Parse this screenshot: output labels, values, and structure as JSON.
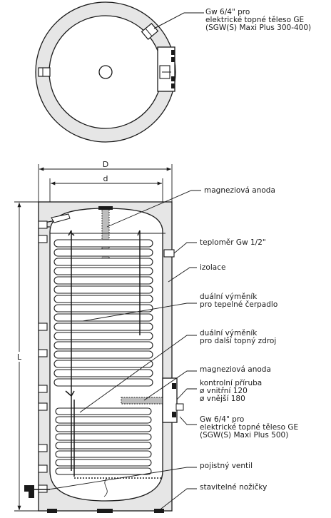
{
  "dimensions": {
    "D": "D",
    "d": "d",
    "L": "L"
  },
  "labels": {
    "gw_top": [
      "Gw 6/4\" pro",
      "elektrické topné těleso GE",
      "(SGW(S) Maxi Plus 300-400)"
    ],
    "anode_top": "magneziová anoda",
    "thermometer": "teploměr Gw 1/2\"",
    "insulation": "izolace",
    "dual_heat_pump": [
      "duální výměník",
      "pro tepelné čerpadlo"
    ],
    "dual_other": [
      "duální výměník",
      "pro další topný zdroj"
    ],
    "anode_bottom": "magneziová anoda",
    "flange": [
      "kontrolní příruba",
      "ø vnitřní 120",
      "ø vnější 180"
    ],
    "gw_bottom": [
      "Gw 6/4\" pro",
      "elektrické topné těleso GE",
      "(SGW(S) Maxi Plus 500)"
    ],
    "safety_valve": "pojistný ventil",
    "feet": "stavitelné nožičky"
  },
  "colors": {
    "line": "#1a1a1a",
    "insulation": "#e6e6e6",
    "tank": "#ffffff",
    "anode": "#bdbdbd"
  }
}
